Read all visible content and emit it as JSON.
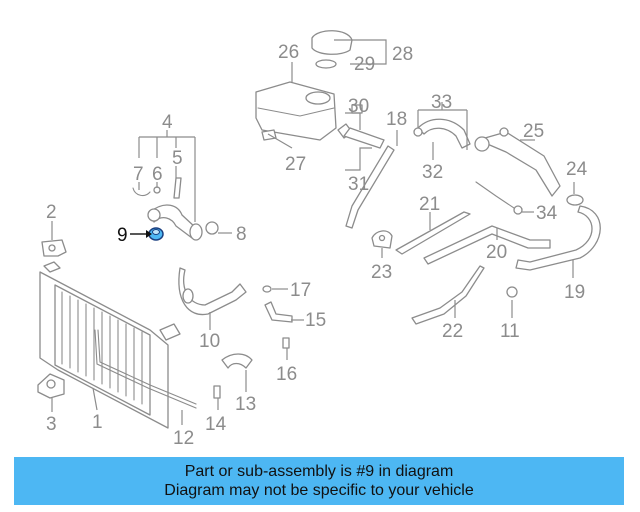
{
  "diagram": {
    "highlight_color": "#4db7f3",
    "callouts": {
      "c1": "1",
      "c2": "2",
      "c3": "3",
      "c4": "4",
      "c5": "5",
      "c6": "6",
      "c7": "7",
      "c8": "8",
      "c9": "9",
      "c10": "10",
      "c11": "11",
      "c12": "12",
      "c13": "13",
      "c14": "14",
      "c15": "15",
      "c16": "16",
      "c17": "17",
      "c18": "18",
      "c19": "19",
      "c20": "20",
      "c21": "21",
      "c22": "22",
      "c23": "23",
      "c24": "24",
      "c25": "25",
      "c26": "26",
      "c27": "27",
      "c28": "28",
      "c29": "29",
      "c30": "30",
      "c31": "31",
      "c32": "32",
      "c33": "33",
      "c34": "34"
    },
    "highlighted_callout": "9"
  },
  "footer": {
    "line1": "Part or sub-assembly is #9 in diagram",
    "line2": "Diagram may not be specific to your vehicle",
    "background": "#4db7f3"
  }
}
